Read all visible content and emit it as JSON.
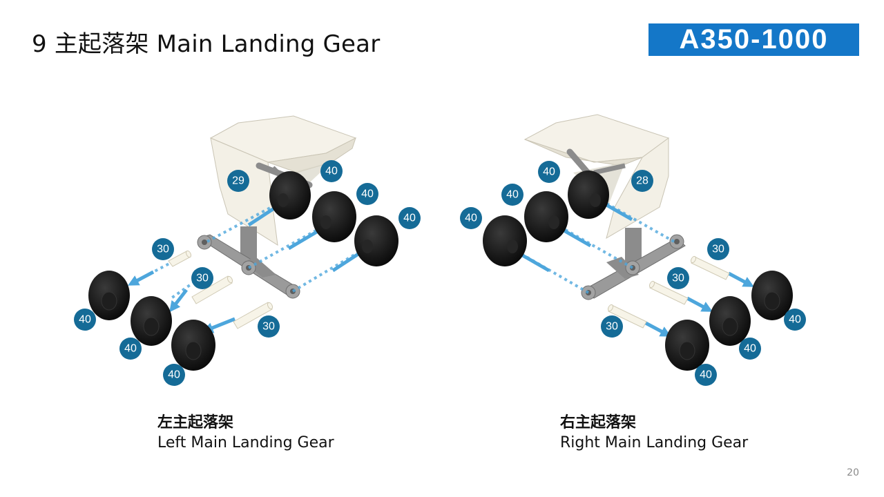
{
  "header": {
    "title": "9 主起落架 Main Landing Gear",
    "logo_text": "A350-1000"
  },
  "left_gear": {
    "caption_zh": "左主起落架",
    "caption_en": "Left Main Landing Gear",
    "bay_part": "29",
    "wheel_part": "40",
    "axle_part": "30"
  },
  "right_gear": {
    "caption_zh": "右主起落架",
    "caption_en": "Right Main Landing Gear",
    "bay_part": "28",
    "wheel_part": "40",
    "axle_part": "30"
  },
  "page_number": "20",
  "colors": {
    "badge": "#156b97",
    "arrow": "#4da6dc",
    "logo": "#1477c8",
    "bay": "#f3f0e6",
    "strut": "#8c8c8c",
    "wheel": "#151515"
  }
}
